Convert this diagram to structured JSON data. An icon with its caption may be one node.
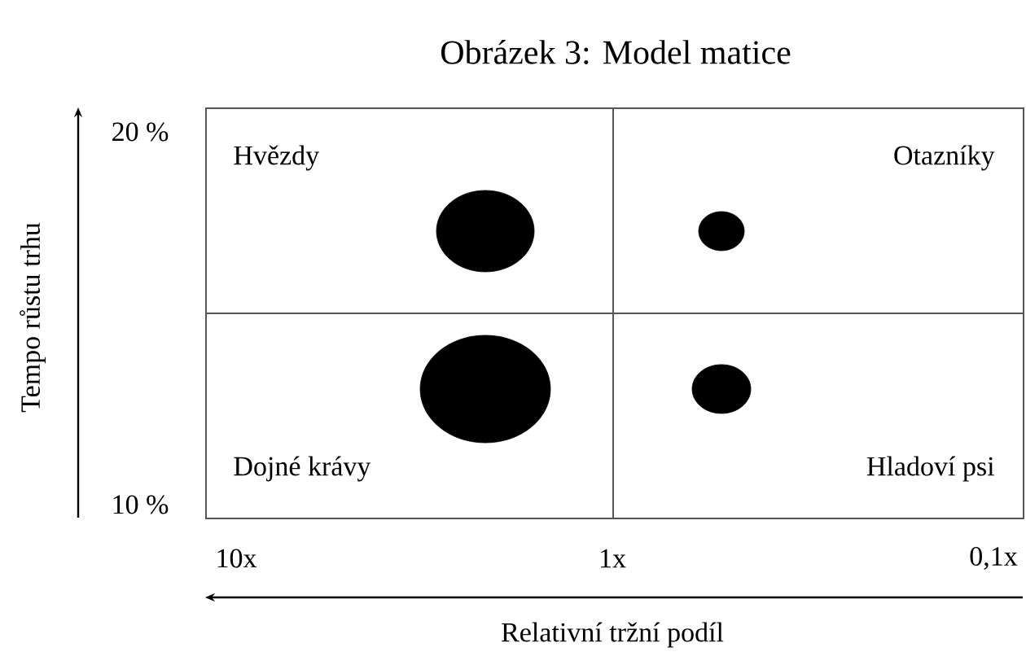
{
  "diagram": {
    "title": "Obrázek 3: Model matice",
    "nodes": [
      {
        "text": [
          "Hvězdy"
        ]
      },
      {
        "text": [],
        "shape": "circle",
        "in": 0
      },
      {
        "text": [
          "Otazníky"
        ]
      },
      {
        "text": [],
        "shape": "circle",
        "in": 2
      },
      {
        "text": [
          "Dojné krávy"
        ]
      },
      {
        "text": [],
        "shape": "circle",
        "in": 4
      },
      {
        "text": [
          "Hladoví psi"
        ]
      },
      {
        "text": [],
        "shape": "circle",
        "in": 6
      }
    ],
    "labels": [
      "Tempo růstu trhu",
      "20 %",
      "10 %",
      "10x",
      "1x",
      "0,1x",
      "Relativní tržní podíl"
    ]
  }
}
